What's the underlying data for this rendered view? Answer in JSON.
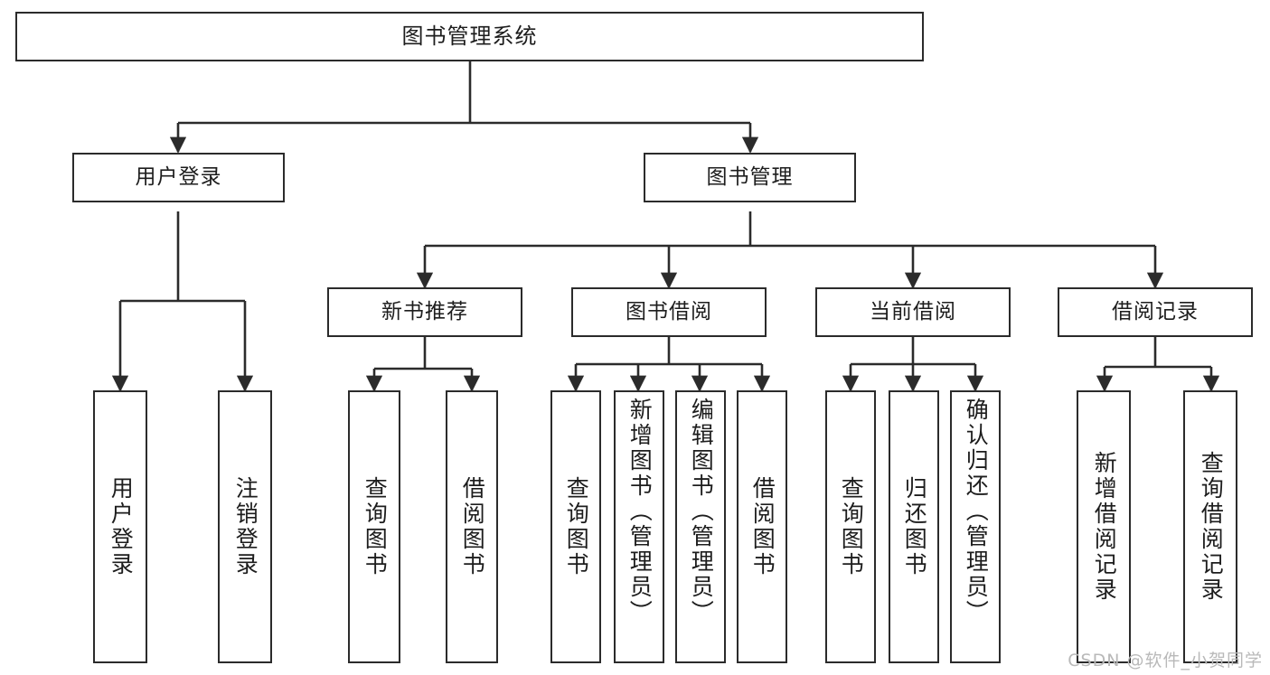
{
  "diagram": {
    "title": "图书管理系统",
    "watermark": "CSDN @软件_小贺同学",
    "colors": {
      "border": "#2b2b2b",
      "background": "#ffffff",
      "text": "#1d1d1d",
      "watermark": "#b9b9b9"
    },
    "root": {
      "label": "图书管理系统"
    },
    "level2": [
      {
        "label": "用户登录"
      },
      {
        "label": "图书管理"
      }
    ],
    "level3": [
      {
        "label": "新书推荐"
      },
      {
        "label": "图书借阅"
      },
      {
        "label": "当前借阅"
      },
      {
        "label": "借阅记录"
      }
    ],
    "leaves": [
      {
        "label": "用户登录"
      },
      {
        "label": "注销登录"
      },
      {
        "label": "查询图书"
      },
      {
        "label": "借阅图书"
      },
      {
        "label": "查询图书"
      },
      {
        "label": "新增图书（管理员）"
      },
      {
        "label": "编辑图书（管理员）"
      },
      {
        "label": "借阅图书"
      },
      {
        "label": "查询图书"
      },
      {
        "label": "归还图书"
      },
      {
        "label": "确认归还（管理员）"
      },
      {
        "label": "新增借阅记录"
      },
      {
        "label": "查询借阅记录"
      }
    ]
  }
}
